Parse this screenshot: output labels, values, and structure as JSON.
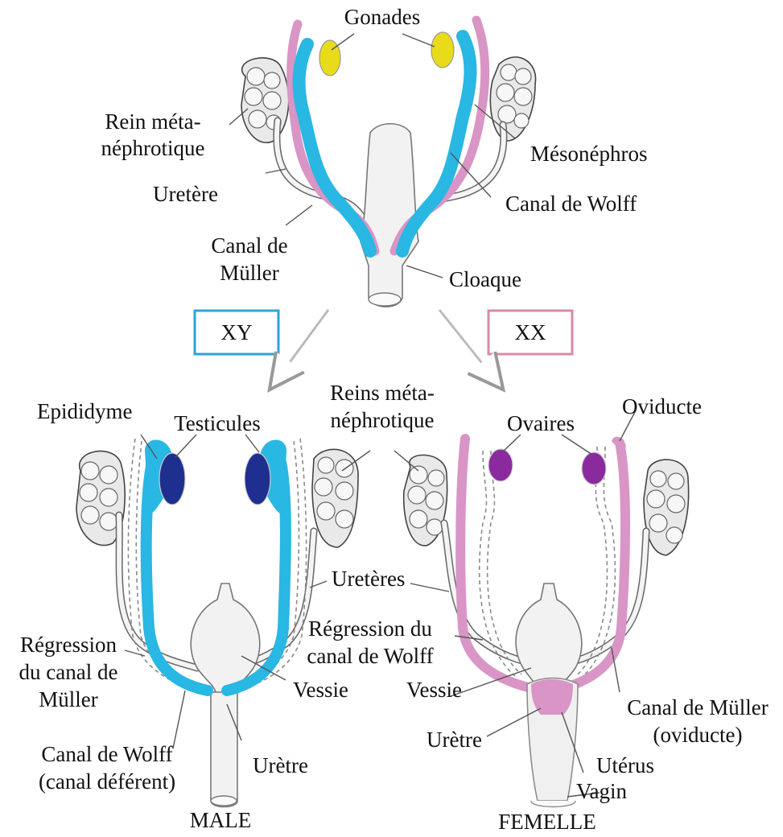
{
  "labels": {
    "gonades": "Gonades",
    "rein_top_1": "Rein méta-",
    "rein_top_2": "néphrotique",
    "mesonephros": "Mésonéphros",
    "uretere": "Uretère",
    "canal_wolff_top": "Canal de Wolff",
    "canal_muller_top_1": "Canal de",
    "canal_muller_top_2": "Müller",
    "cloaque": "Cloaque",
    "xy": "XY",
    "xx": "XX",
    "epididyme": "Epididyme",
    "testicules": "Testicules",
    "reins_mid_1": "Reins méta-",
    "reins_mid_2": "néphrotique",
    "ovaires": "Ovaires",
    "oviducte": "Oviducte",
    "ureteres": "Uretères",
    "regression_muller_1": "Régression",
    "regression_muller_2": "du canal de",
    "regression_muller_3": "Müller",
    "regression_wolff_1": "Régression du",
    "regression_wolff_2": "canal de Wolff",
    "vessie_male": "Vessie",
    "vessie_female": "Vessie",
    "canal_wolff_male_1": "Canal de Wolff",
    "canal_wolff_male_2": "(canal déférent)",
    "uretre_male": "Urètre",
    "canal_muller_female_1": "Canal de Müller",
    "canal_muller_female_2": "(oviducte)",
    "uretre_female": "Urètre",
    "uterus": "Utérus",
    "vagin": "Vagin",
    "male": "MALE",
    "femelle": "FEMELLE"
  },
  "colors": {
    "wolff_blue": "#29b7e3",
    "muller_pink": "#d995c5",
    "gonad_yellow": "#e8dc1a",
    "testis_navy": "#1f2f8f",
    "ovary_purple": "#8b2a9e",
    "xy_box": "#2aa6d4",
    "xx_box": "#d98aa8"
  }
}
